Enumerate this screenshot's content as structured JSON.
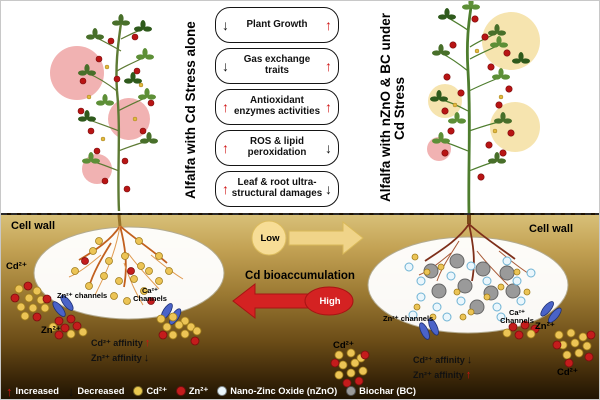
{
  "top": {
    "left_label": "Alfalfa with Cd Stress alone",
    "right_label": "Alfalfa with nZnO & BC under Cd Stress",
    "boxes": [
      {
        "text": "Plant Growth",
        "left": {
          "glyph": "↓",
          "color": "black"
        },
        "right": {
          "glyph": "↑",
          "color": "red"
        }
      },
      {
        "text": "Gas exchange traits",
        "left": {
          "glyph": "↓",
          "color": "black"
        },
        "right": {
          "glyph": "↑",
          "color": "red"
        }
      },
      {
        "text": "Antioxidant enzymes activities",
        "left": {
          "glyph": "↑",
          "color": "red"
        },
        "right": {
          "glyph": "↑",
          "color": "red"
        }
      },
      {
        "text": "ROS & lipid peroxidation",
        "left": {
          "glyph": "↑",
          "color": "red"
        },
        "right": {
          "glyph": "↓",
          "color": "black"
        }
      },
      {
        "text": "Leaf & root ultra-structural damages",
        "left": {
          "glyph": "↑",
          "color": "red"
        },
        "right": {
          "glyph": "↓",
          "color": "black"
        }
      }
    ]
  },
  "soil": {
    "cell_wall_left": "Cell wall",
    "cell_wall_right": "Cell wall",
    "center": {
      "low": "Low",
      "label": "Cd bioaccumulation",
      "high": "High"
    },
    "left_cell": {
      "zn_channels": "Zn²⁺ channels",
      "ca_channels": "Ca²⁺ Channels",
      "cd_ion": "Cd²⁺",
      "zn_ion": "Zn²⁺",
      "affinity": [
        {
          "text": "Cd²⁺ affinity",
          "glyph": "↑",
          "color": "red"
        },
        {
          "text": "Zn²⁺ affinity",
          "glyph": "↓",
          "color": "black"
        }
      ]
    },
    "right_cell": {
      "zn_channels": "Zn²⁺ channels",
      "ca_channels": "Ca²⁺ Channels",
      "zn_ion": "Zn²⁺",
      "cd_ion_a": "Cd²⁺",
      "cd_ion_b": "Cd²⁺",
      "affinity": [
        {
          "text": "Cd²⁺ affinity",
          "glyph": "↓",
          "color": "black"
        },
        {
          "text": "Zn²⁺ affinity",
          "glyph": "↑",
          "color": "red"
        }
      ]
    }
  },
  "legend": {
    "items": [
      {
        "kind": "arrow",
        "glyph": "↑",
        "color": "red",
        "label": "Increased"
      },
      {
        "kind": "arrow",
        "glyph": "↓",
        "color": "black",
        "label": "Decreased"
      },
      {
        "kind": "dot",
        "color": "#eac94f",
        "label": "Cd²⁺"
      },
      {
        "kind": "dot",
        "color": "#c41c1c",
        "label": "Zn²⁺"
      },
      {
        "kind": "dot",
        "color": "#eaf6fc",
        "label": "Nano-Zinc Oxide (nZnO)"
      },
      {
        "kind": "dot",
        "color": "#9a9a9a",
        "label": "Biochar (BC)"
      }
    ]
  },
  "colors": {
    "arrow_red": "#d42222",
    "arrow_yellow": "#f0d489",
    "channel_blue": "#4a63c8",
    "legend_red": "#cf1212"
  }
}
